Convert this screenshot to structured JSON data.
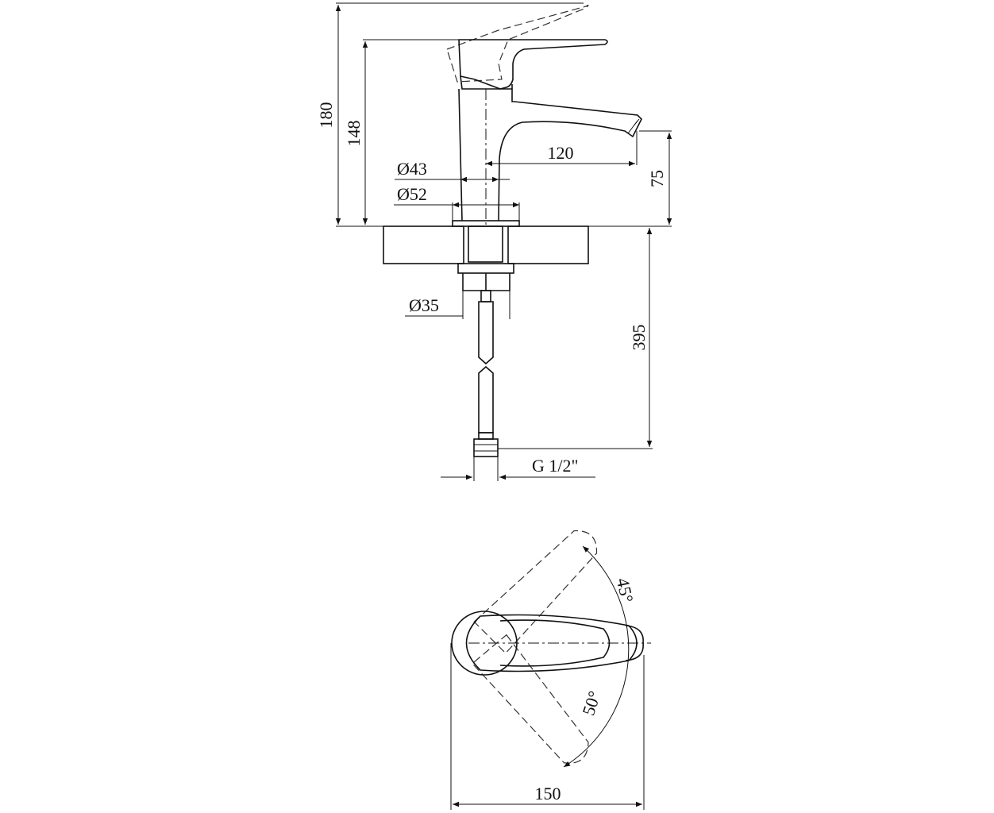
{
  "drawing": {
    "side_view": {
      "dim_total_height": "180",
      "dim_body_height": "148",
      "dim_spout_reach": "120",
      "dim_spout_height": "75",
      "dim_body_diameter": "Ø43",
      "dim_base_diameter": "Ø52",
      "dim_shank_diameter": "Ø35",
      "dim_hose_length": "395",
      "dim_connection": "G 1/2\""
    },
    "top_view": {
      "angle_back": "45°",
      "angle_front": "50°",
      "dim_length": "150"
    }
  }
}
